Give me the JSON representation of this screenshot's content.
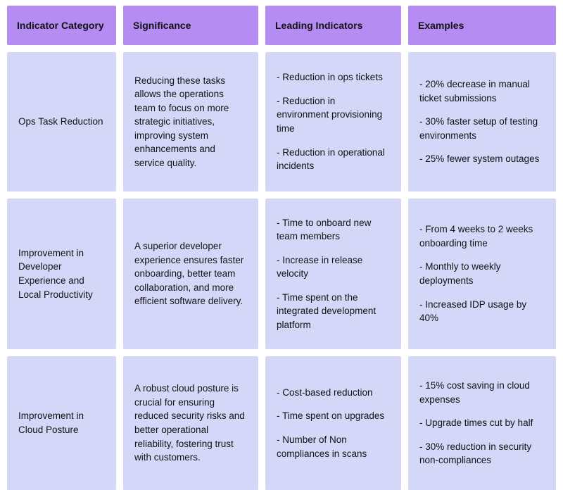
{
  "colors": {
    "header_bg": "#b48cf2",
    "cell_bg": "#d5d7f9",
    "page_bg": "#ffffff",
    "text": "#121212"
  },
  "table": {
    "headers": [
      "Indicator Category",
      "Significance",
      "Leading Indicators",
      "Examples"
    ],
    "rows": [
      {
        "category": "Ops Task Reduction",
        "significance": "Reducing these tasks allows the operations team to focus on more strategic initiatives, improving system enhancements and service quality.",
        "leading_indicators": [
          "- Reduction in ops tickets",
          "- Reduction in environment provisioning time",
          "- Reduction in operational incidents"
        ],
        "examples": [
          "- 20% decrease in manual ticket submissions",
          "- 30% faster setup of testing environments",
          "- 25% fewer system outages"
        ]
      },
      {
        "category": "Improvement in Developer Experience and Local Productivity",
        "significance": "A superior developer experience ensures faster onboarding, better team collaboration, and more efficient software delivery.",
        "leading_indicators": [
          "- Time to onboard new team members",
          "- Increase in release velocity",
          "- Time spent on the integrated development platform"
        ],
        "examples": [
          "- From 4 weeks to 2 weeks onboarding time",
          "- Monthly to weekly deployments",
          "- Increased IDP usage by 40%"
        ]
      },
      {
        "category": "Improvement in Cloud Posture",
        "significance": "A robust cloud posture is crucial for ensuring reduced security risks and better operational reliability, fostering trust with customers.",
        "leading_indicators": [
          "- Cost-based reduction",
          "- Time spent on upgrades",
          "- Number of Non compliances in scans"
        ],
        "examples": [
          "- 15% cost saving in cloud expenses",
          "- Upgrade times cut by half",
          "- 30% reduction in security non-compliances"
        ]
      }
    ]
  }
}
